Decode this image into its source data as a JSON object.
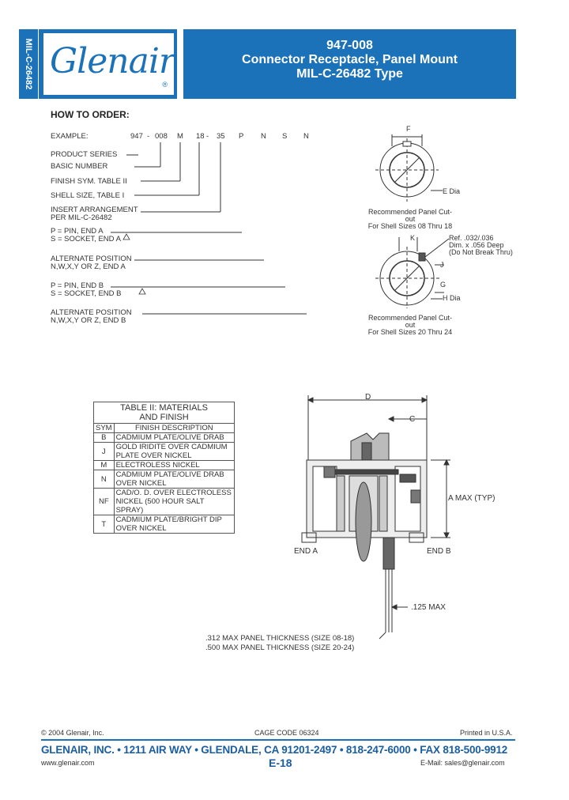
{
  "sidebar": {
    "tab_label": "MIL-C-26482"
  },
  "header": {
    "logo_text": "Glenair",
    "logo_reg": "®",
    "part_number": "947-008",
    "title_line1": "Connector Receptacle, Panel Mount",
    "title_line2": "MIL-C-26482 Type"
  },
  "order": {
    "heading": "HOW TO ORDER:",
    "example_label": "EXAMPLE:",
    "example_code": [
      "947",
      "-",
      "008",
      "M",
      "18",
      "-",
      "35",
      "P",
      "N",
      "S",
      "N"
    ],
    "fields": [
      "PRODUCT SERIES",
      "BASIC NUMBER",
      "FINISH SYM. TABLE II",
      "SHELL SIZE, TABLE I",
      "INSERT ARRANGEMENT",
      "PER MIL-C-26482",
      "P = PIN, END A",
      "S = SOCKET, END A",
      "ALTERNATE POSITION",
      "N,W,X,Y OR Z, END A",
      "P = PIN, END B",
      "S = SOCKET, END B",
      "ALTERNATE POSITION",
      "N,W,X,Y OR Z, END B"
    ]
  },
  "cutout1": {
    "label_f": "F",
    "label_e": "E Dia",
    "caption1": "Recommended Panel Cut-out",
    "caption2": "For Shell Sizes 08 Thru 18"
  },
  "cutout2": {
    "label_k": "K",
    "label_j": "J",
    "label_g": "G",
    "label_h": "H Dia",
    "note1": "Ref. .032/.036",
    "note2": "Dim. x .056 Deep",
    "note3": "(Do Not Break Thru)",
    "caption1": "Recommended Panel Cut-out",
    "caption2": "For Shell Sizes 20 Thru 24"
  },
  "table": {
    "title1": "TABLE II: MATERIALS",
    "title2": "AND FINISH",
    "col_sym": "SYM",
    "col_desc": "FINISH DESCRIPTION",
    "rows": [
      {
        "sym": "B",
        "desc1": "CADMIUM PLATE/OLIVE DRAB",
        "desc2": ""
      },
      {
        "sym": "J",
        "desc1": "GOLD IRIDITE OVER CADMIUM",
        "desc2": "PLATE OVER NICKEL"
      },
      {
        "sym": "M",
        "desc1": "ELECTROLESS NICKEL",
        "desc2": ""
      },
      {
        "sym": "N",
        "desc1": "CADMIUM PLATE/OLIVE DRAB",
        "desc2": "OVER NICKEL"
      },
      {
        "sym": "NF",
        "desc1": "CAD/O. D. OVER ELECTROLESS",
        "desc2": "NICKEL (500 HOUR SALT SPRAY)"
      },
      {
        "sym": "T",
        "desc1": "CADMIUM PLATE/BRIGHT DIP",
        "desc2": "OVER NICKEL"
      }
    ]
  },
  "drawing": {
    "dim_d": "D",
    "dim_c": "C",
    "dim_a": "A MAX (TYP)",
    "end_a": "END A",
    "end_b": "END B",
    "dim_125": ".125 MAX",
    "panel1": ".312 MAX PANEL THICKNESS (SIZE 08-18)",
    "panel2": ".500 MAX PANEL THICKNESS (SIZE 20-24)"
  },
  "footer": {
    "copyright": "© 2004 Glenair, Inc.",
    "cage": "CAGE CODE 06324",
    "printed": "Printed in U.S.A.",
    "main": "GLENAIR, INC. • 1211 AIR WAY • GLENDALE, CA 91201-2497 • 818-247-6000 • FAX 818-500-9912",
    "website": "www.glenair.com",
    "page": "E-18",
    "email": "E-Mail:  sales@glenair.com"
  },
  "colors": {
    "brand_blue": "#1b72b8"
  }
}
